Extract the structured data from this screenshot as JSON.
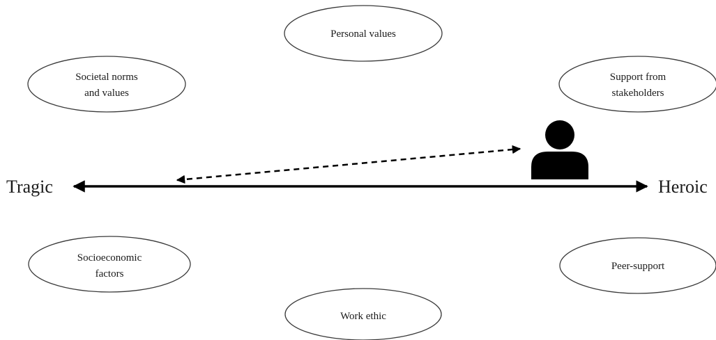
{
  "poles": {
    "left": "Tragic",
    "right": "Heroic"
  },
  "factors": {
    "personal_values": [
      "Personal values"
    ],
    "societal_norms": [
      "Societal norms",
      "and values"
    ],
    "support_stakeholders": [
      "Support from",
      "stakeholders"
    ],
    "socioeconomic": [
      "Socioeconomic",
      "factors"
    ],
    "peer_support": [
      "Peer-support"
    ],
    "work_ethic": [
      "Work ethic"
    ]
  },
  "icons": {
    "person": "person-icon"
  },
  "colors": {
    "line": "#000000",
    "ellipse_stroke": "#3a3a3a",
    "text": "#1a1a1a"
  }
}
